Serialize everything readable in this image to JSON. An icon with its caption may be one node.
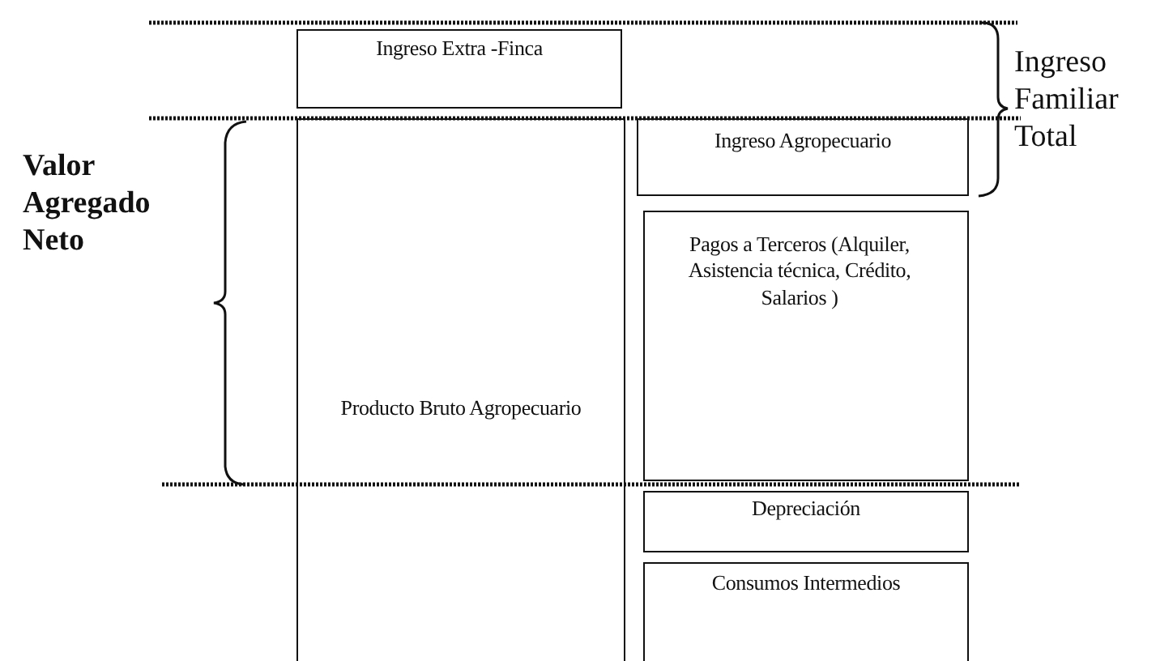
{
  "diagram": {
    "nodes": [
      {
        "text": [
          "Ingreso Extra -Finca"
        ]
      },
      {
        "text": [
          "Ingreso Agropecuario"
        ]
      },
      {
        "text": [
          "Pagos a Terceros (Alquiler, Asistencia técnica, Crédito, Salarios )"
        ]
      },
      {
        "text": [
          "Producto Bruto Agropecuario"
        ]
      },
      {
        "text": [
          "Depreciación"
        ]
      },
      {
        "text": [
          "Consumos Intermedios"
        ]
      }
    ],
    "labels": [
      "Ingreso Familiar Total",
      "Valor Agregado Neto"
    ]
  }
}
